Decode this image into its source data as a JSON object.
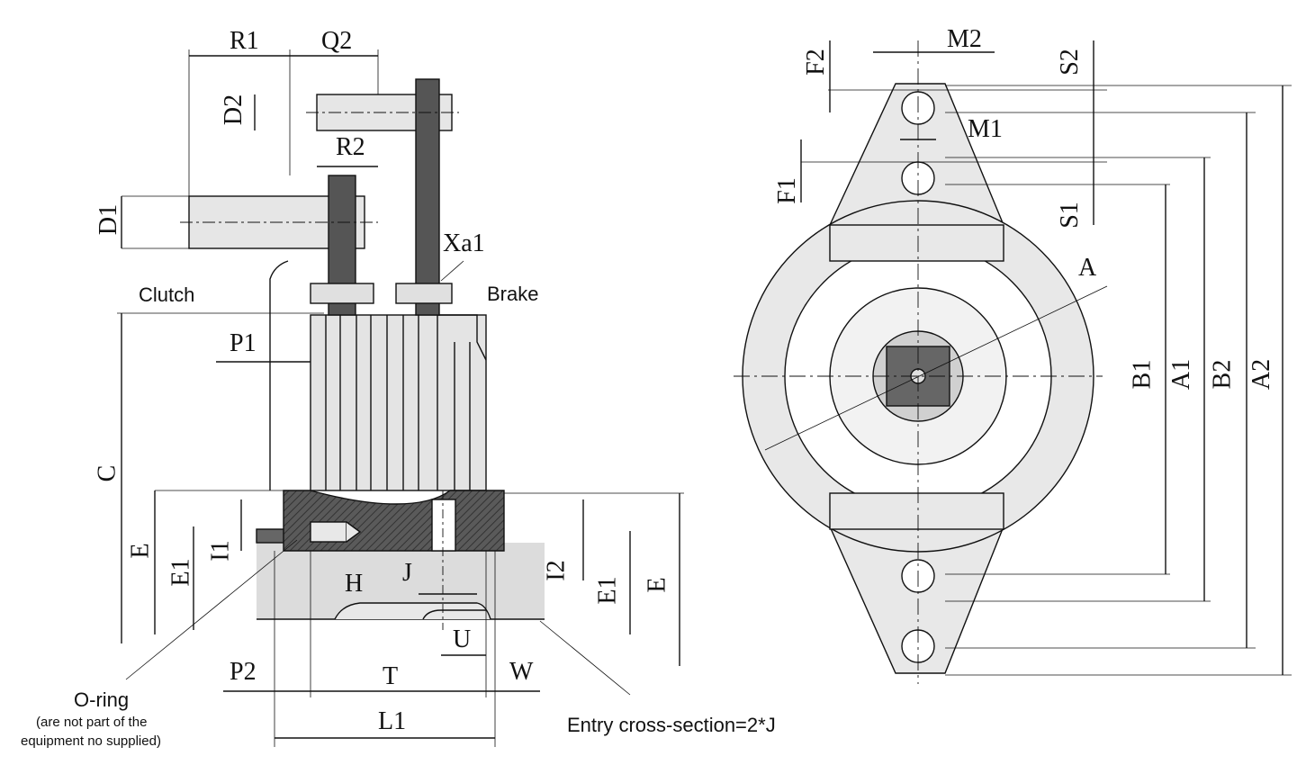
{
  "labels": {
    "R1": "R1",
    "Q2": "Q2",
    "D2": "D2",
    "R2": "R2",
    "D1": "D1",
    "Xa1": "Xa1",
    "P1": "P1",
    "C": "C",
    "E_left": "E",
    "E1_left": "E1",
    "I1": "I1",
    "H": "H",
    "J": "J",
    "I2": "I2",
    "E1_right": "E1",
    "E_right": "E",
    "U": "U",
    "P2": "P2",
    "T": "T",
    "W": "W",
    "L1": "L1",
    "F2": "F2",
    "M2": "M2",
    "S2": "S2",
    "M1": "M1",
    "F1": "F1",
    "S1": "S1",
    "A": "A",
    "B1": "B1",
    "A1": "A1",
    "B2": "B2",
    "A2": "A2"
  },
  "notes": {
    "clutch": "Clutch",
    "brake": "Brake",
    "oring_title": "O-ring",
    "oring_line1": "(are not part of the",
    "oring_line2": "equipment no supplied)",
    "entry": "Entry cross-section=2*J"
  },
  "colors": {
    "line": "#111111",
    "body_fill": "#e4e4e4",
    "dark_fill": "#555555",
    "shaft_fill": "#d6d6d6"
  }
}
